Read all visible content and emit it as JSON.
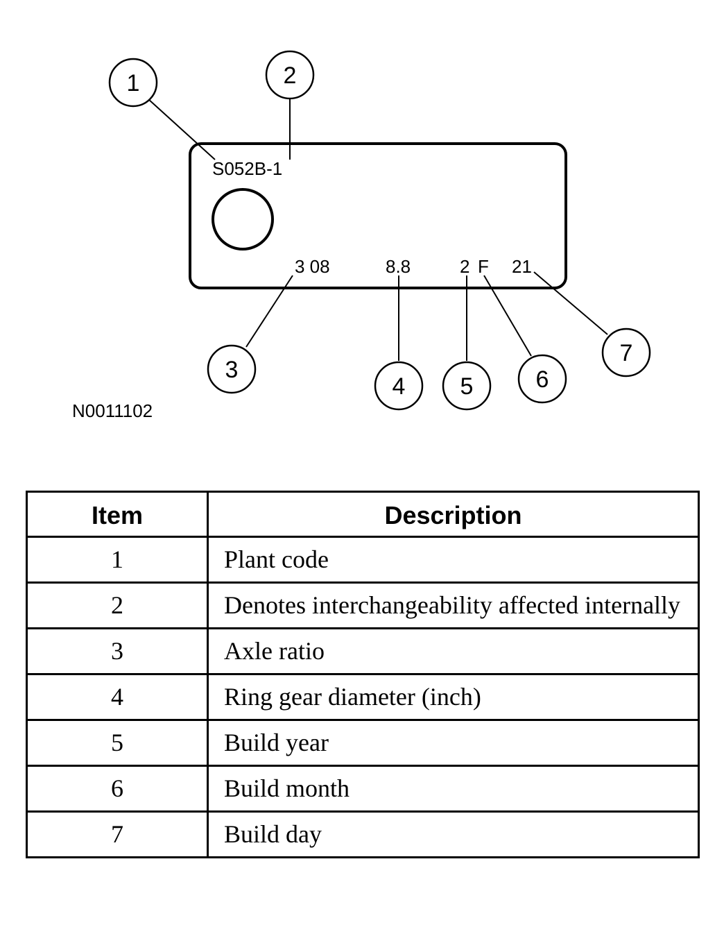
{
  "diagram": {
    "tag_code": "S052B-1",
    "tag_values": {
      "ratio": "3 08",
      "ring_gear": "8.8",
      "year": "2",
      "month": "F",
      "day": "21"
    },
    "callouts": [
      "1",
      "2",
      "3",
      "4",
      "5",
      "6",
      "7"
    ],
    "figure_id": "N0011102"
  },
  "table": {
    "headers": {
      "item": "Item",
      "description": "Description"
    },
    "rows": [
      {
        "item": "1",
        "description": "Plant code"
      },
      {
        "item": "2",
        "description": "Denotes interchangeability affected internally"
      },
      {
        "item": "3",
        "description": "Axle ratio"
      },
      {
        "item": "4",
        "description": "Ring gear diameter (inch)"
      },
      {
        "item": "5",
        "description": "Build year"
      },
      {
        "item": "6",
        "description": "Build month"
      },
      {
        "item": "7",
        "description": "Build day"
      }
    ]
  }
}
